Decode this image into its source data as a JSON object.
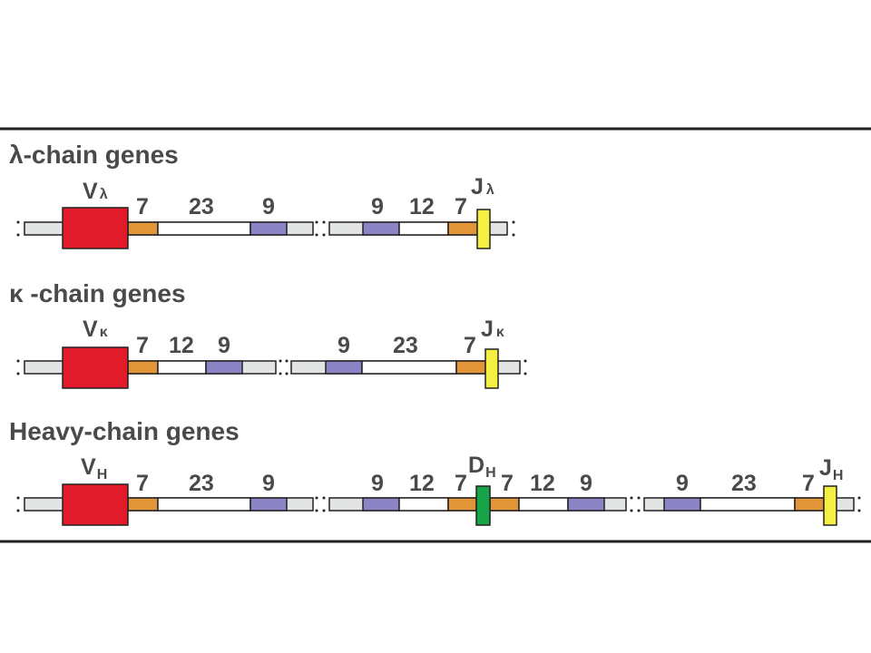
{
  "colors": {
    "frame": "#222222",
    "backbone_fill": "#e2e4e4",
    "spacer_fill": "#ffffff",
    "outline": "#222222",
    "v_segment": "#e21b2b",
    "heptamer": "#e29438",
    "nonamer": "#8b84c4",
    "j_segment": "#f5ee43",
    "d_segment": "#17a347",
    "text": "#4a4a4a"
  },
  "icons": {
    "gap_break": "double-dotted-break",
    "segment_box": "rectangle"
  },
  "lambda": {
    "title": "λ-chain genes",
    "v_main": "V",
    "v_sub": "λ",
    "j_main": "J",
    "j_sub": "λ",
    "spacers": [
      {
        "h": "7",
        "s": "23",
        "n": "9"
      },
      {
        "n": "9",
        "s": "12",
        "h": "7"
      }
    ]
  },
  "kappa": {
    "title": "κ -chain genes",
    "v_main": "V",
    "v_sub": "κ",
    "j_main": "J",
    "j_sub": "κ",
    "spacers": [
      {
        "h": "7",
        "s": "12",
        "n": "9"
      },
      {
        "n": "9",
        "s": "23",
        "h": "7"
      }
    ]
  },
  "heavy": {
    "title": "Heavy-chain genes",
    "v_main": "V",
    "v_sub": "H",
    "d_main": "D",
    "d_sub": "H",
    "j_main": "J",
    "j_sub": "H",
    "spacers": [
      {
        "h": "7",
        "s": "23",
        "n": "9"
      },
      {
        "n": "9",
        "s": "12",
        "h": "7"
      },
      {
        "h": "7",
        "s": "12",
        "n": "9"
      },
      {
        "n": "9",
        "s": "23",
        "h": "7"
      }
    ]
  }
}
